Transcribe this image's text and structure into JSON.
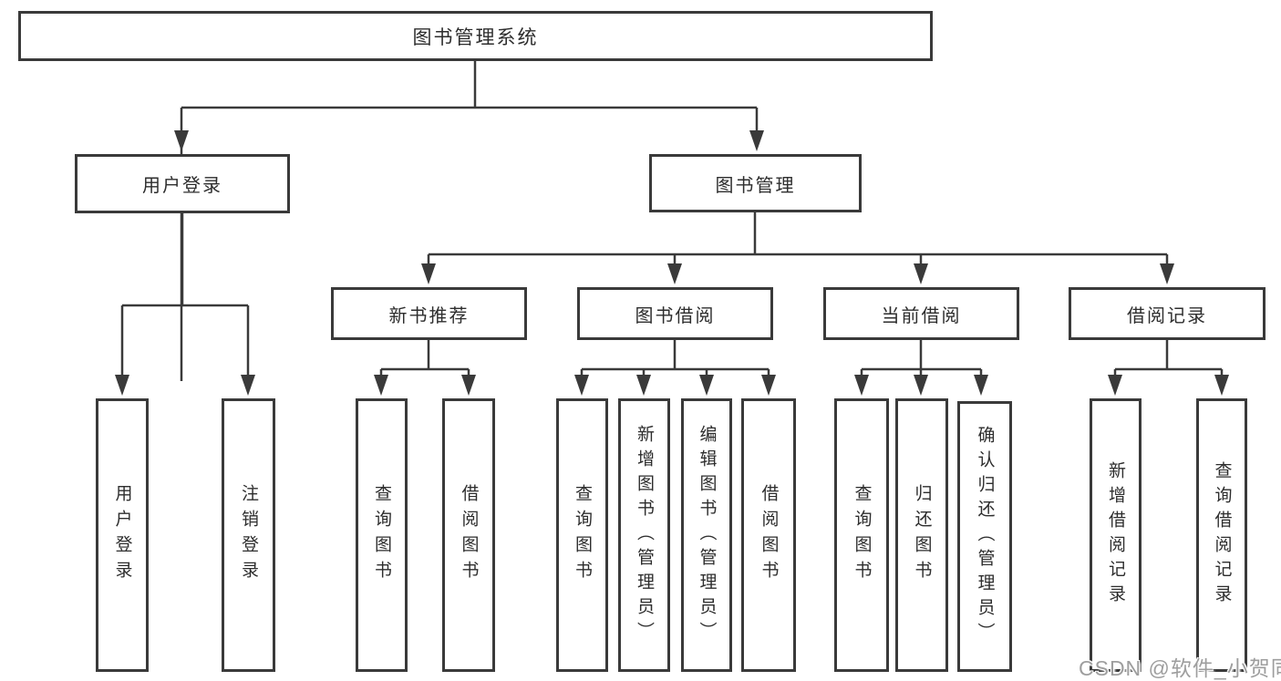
{
  "nodes": {
    "root": {
      "label": "图书管理系统"
    },
    "user_login": {
      "label": "用户登录"
    },
    "book_mgmt": {
      "label": "图书管理"
    },
    "new_book_rec": {
      "label": "新书推荐"
    },
    "book_borrow": {
      "label": "图书借阅"
    },
    "current_borrow": {
      "label": "当前借阅"
    },
    "borrow_records": {
      "label": "借阅记录"
    },
    "leaf_user_login": {
      "label": "用户登录"
    },
    "leaf_logout": {
      "label": "注销登录"
    },
    "leaf_nbr_query": {
      "label": "查询图书"
    },
    "leaf_nbr_borrow": {
      "label": "借阅图书"
    },
    "leaf_bb_query": {
      "label": "查询图书"
    },
    "leaf_bb_add": {
      "label": "新增图书（管理员）"
    },
    "leaf_bb_edit": {
      "label": "编辑图书（管理员）"
    },
    "leaf_bb_borrow": {
      "label": "借阅图书"
    },
    "leaf_cb_query": {
      "label": "查询图书"
    },
    "leaf_cb_return": {
      "label": "归还图书"
    },
    "leaf_cb_confirm": {
      "label": "确认归还（管理员）"
    },
    "leaf_br_add": {
      "label": "新增借阅记录"
    },
    "leaf_br_query": {
      "label": "查询借阅记录"
    }
  },
  "hierarchy": {
    "图书管理系统": {
      "用户登录": [
        "用户登录",
        "注销登录"
      ],
      "图书管理": {
        "新书推荐": [
          "查询图书",
          "借阅图书"
        ],
        "图书借阅": [
          "查询图书",
          "新增图书（管理员）",
          "编辑图书（管理员）",
          "借阅图书"
        ],
        "当前借阅": [
          "查询图书",
          "归还图书",
          "确认归还（管理员）"
        ],
        "借阅记录": [
          "新增借阅记录",
          "查询借阅记录"
        ]
      }
    }
  },
  "watermark": {
    "text": "CSDN @软件_小贺同学"
  },
  "colors": {
    "line": "#3a3a3a",
    "box_border": "#3a3a3a",
    "box_fill": "#ffffff",
    "text": "#2d2d2d",
    "watermark": "#9e9e9e",
    "background": "#ffffff"
  }
}
